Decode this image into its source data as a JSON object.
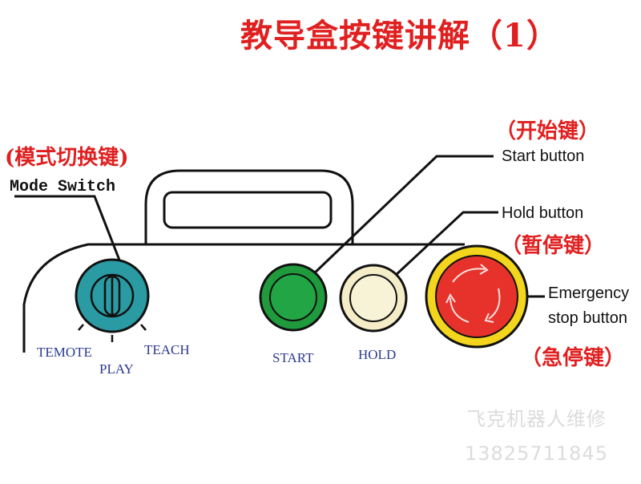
{
  "title": "教导盒按键讲解（1）",
  "labels": {
    "mode_switch_cn": "(模式切换键)",
    "mode_switch_en": "Mode Switch",
    "start_cn": "（开始键）",
    "start_en": "Start button",
    "hold_en": "Hold button",
    "hold_cn": "（暂停键）",
    "emergency_en_line1": "Emergency",
    "emergency_en_line2": "stop button",
    "emergency_cn": "（急停键）"
  },
  "dial": {
    "left": "TEMOTE",
    "middle": "PLAY",
    "right": "TEACH"
  },
  "buttons": {
    "start": "START",
    "hold": "HOLD"
  },
  "watermark": {
    "name": "飞克机器人维修",
    "phone": "13825711845"
  },
  "colors": {
    "title": "#e02020",
    "mode_dial": "#2a9aa3",
    "start_button": "#1f9a3c",
    "hold_button": "#f4edc8",
    "emergency_outer": "#f2d51c",
    "emergency_inner": "#e6322a",
    "label_blue": "#2b3a8f"
  }
}
